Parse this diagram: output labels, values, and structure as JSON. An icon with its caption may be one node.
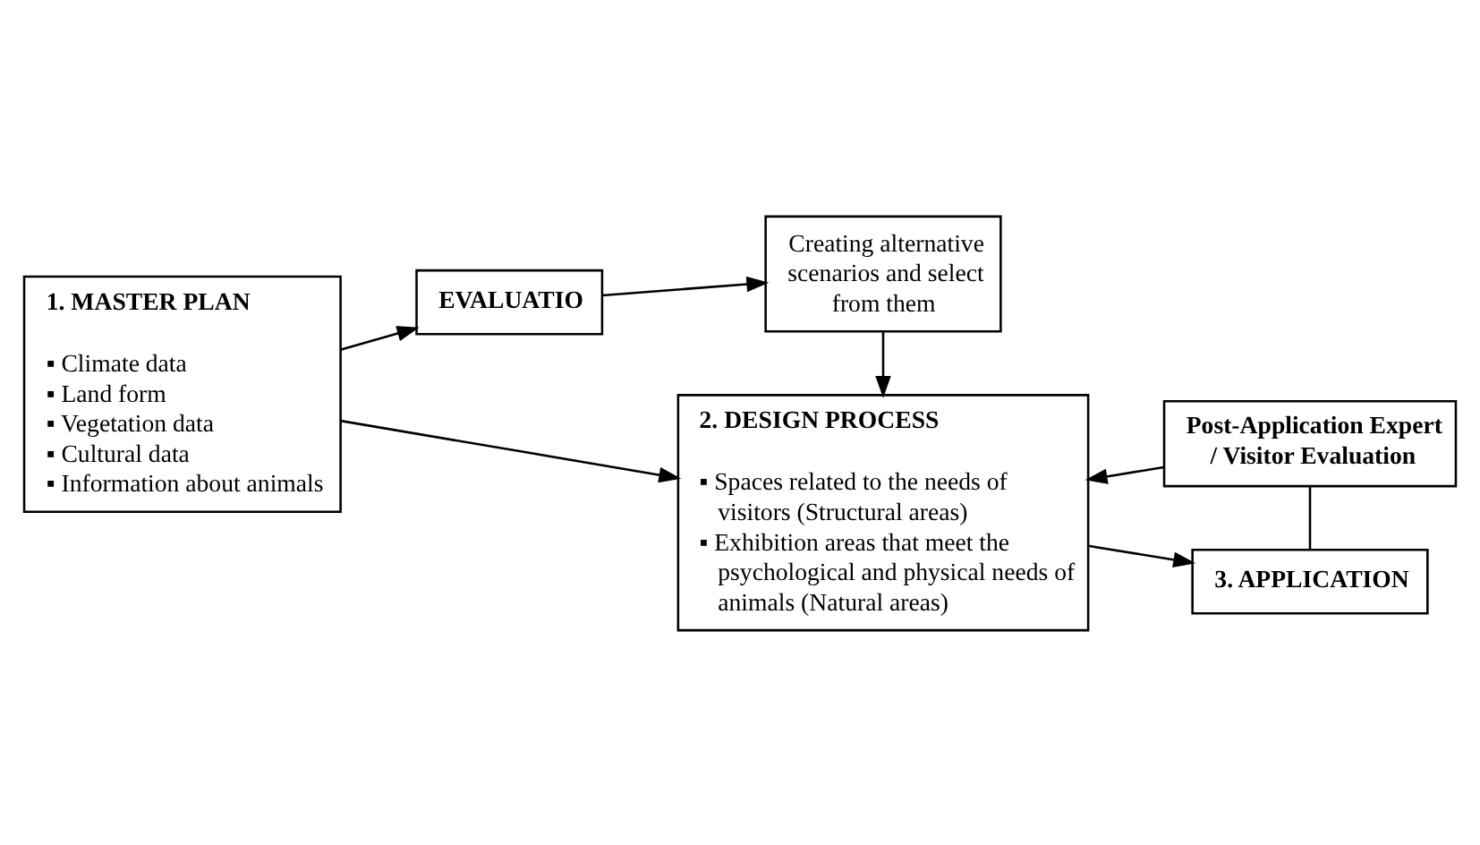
{
  "diagram": {
    "nodes": [
      {
        "text": [
          "1. MASTER PLAN",
          "▪ Climate data",
          "▪ Land form",
          "▪ Vegetation data",
          "▪ Cultural data",
          "▪ Information about animals"
        ]
      },
      {
        "text": [
          "2. DESIGN PROCESS",
          "▪ Spaces related to the needs of visitors (Structural areas)",
          "▪ Exhibition areas that meet the psychological and physical needs of animals (Natural areas)"
        ]
      },
      {
        "text": [
          "3. APPLICATION"
        ]
      },
      {
        "text": [
          "Post-Application Expert / Visitor Evaluation"
        ]
      },
      {
        "text": [
          "EVALUATIO"
        ]
      },
      {
        "text": [
          "Creating alternative scenarios and select from them"
        ]
      }
    ],
    "edges": [
      {
        "from": 0,
        "to": 1,
        "arrow": "to"
      },
      {
        "from": 1,
        "to": 2,
        "arrow": "to"
      },
      {
        "from": 3,
        "to": 2,
        "arrow": "none"
      },
      {
        "from": 3,
        "to": 1,
        "arrow": "to"
      },
      {
        "from": 0,
        "to": 4,
        "arrow": "to"
      },
      {
        "from": 4,
        "to": 5,
        "arrow": "to"
      },
      {
        "from": 5,
        "to": 1,
        "arrow": "to"
      }
    ]
  }
}
